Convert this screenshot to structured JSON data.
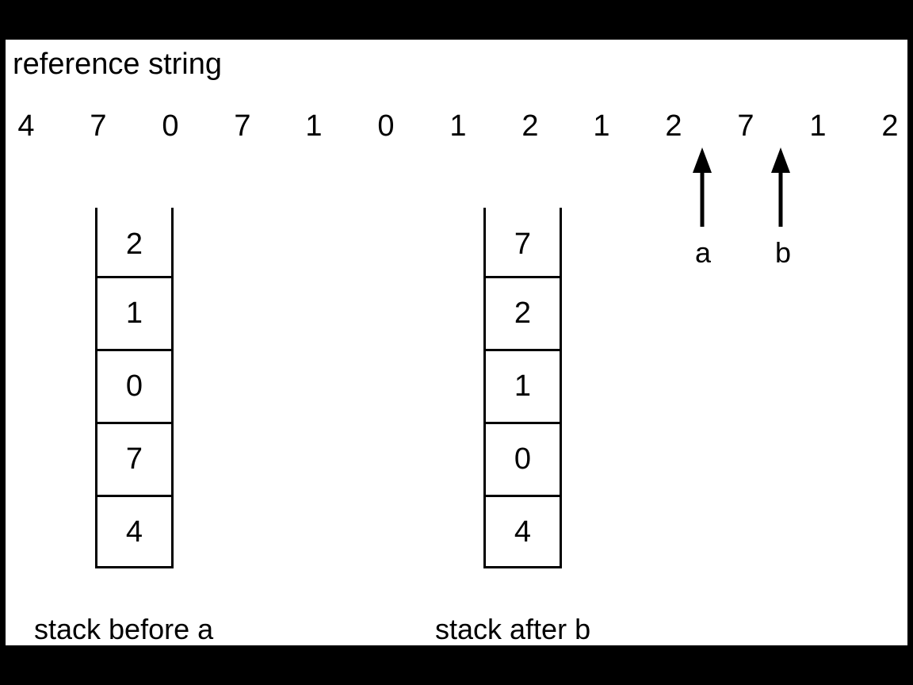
{
  "title": "reference string",
  "reference_string": [
    "4",
    "7",
    "0",
    "7",
    "1",
    "0",
    "1",
    "2",
    "1",
    "2",
    "7",
    "1",
    "2"
  ],
  "arrows": [
    {
      "label": "a",
      "position_index": 9
    },
    {
      "label": "b",
      "position_index": 10
    }
  ],
  "stacks": [
    {
      "caption": "stack before a",
      "cells": [
        "2",
        "1",
        "0",
        "7",
        "4"
      ]
    },
    {
      "caption": "stack after b",
      "cells": [
        "7",
        "2",
        "1",
        "0",
        "4"
      ]
    }
  ],
  "colors": {
    "background": "#000000",
    "canvas": "#ffffff",
    "ink": "#000000"
  }
}
